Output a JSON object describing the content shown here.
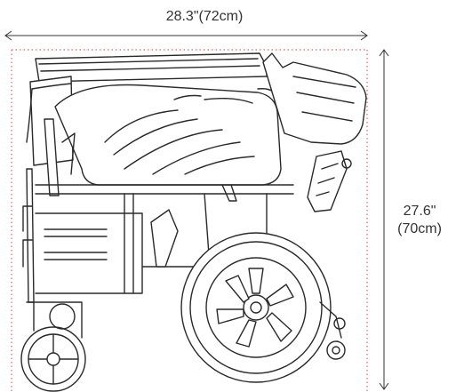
{
  "dimensions": {
    "width_label": "28.3\"(72cm)",
    "height_label_line1": "27.6\"",
    "height_label_line2": "(70cm)"
  },
  "colors": {
    "line": "#2a2a2a",
    "guide": "#d9646e",
    "text": "#333333",
    "background": "#ffffff"
  }
}
